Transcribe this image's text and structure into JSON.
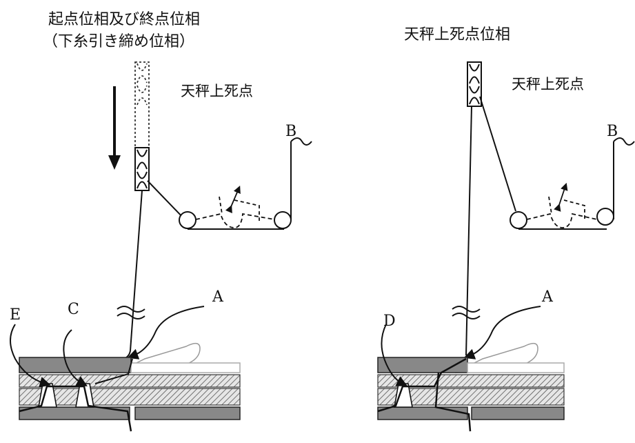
{
  "left_panel": {
    "title_line1": "起点位相及び終点位相",
    "title_line2": "（下糸引き締め位相）",
    "top_dead_center": "天秤上死点",
    "label_b": "B",
    "label_a": "A",
    "label_c": "C",
    "label_e": "E"
  },
  "right_panel": {
    "title": "天秤上死点位相",
    "top_dead_center": "天秤上死点",
    "label_b": "B",
    "label_a": "A",
    "label_d": "D"
  }
}
